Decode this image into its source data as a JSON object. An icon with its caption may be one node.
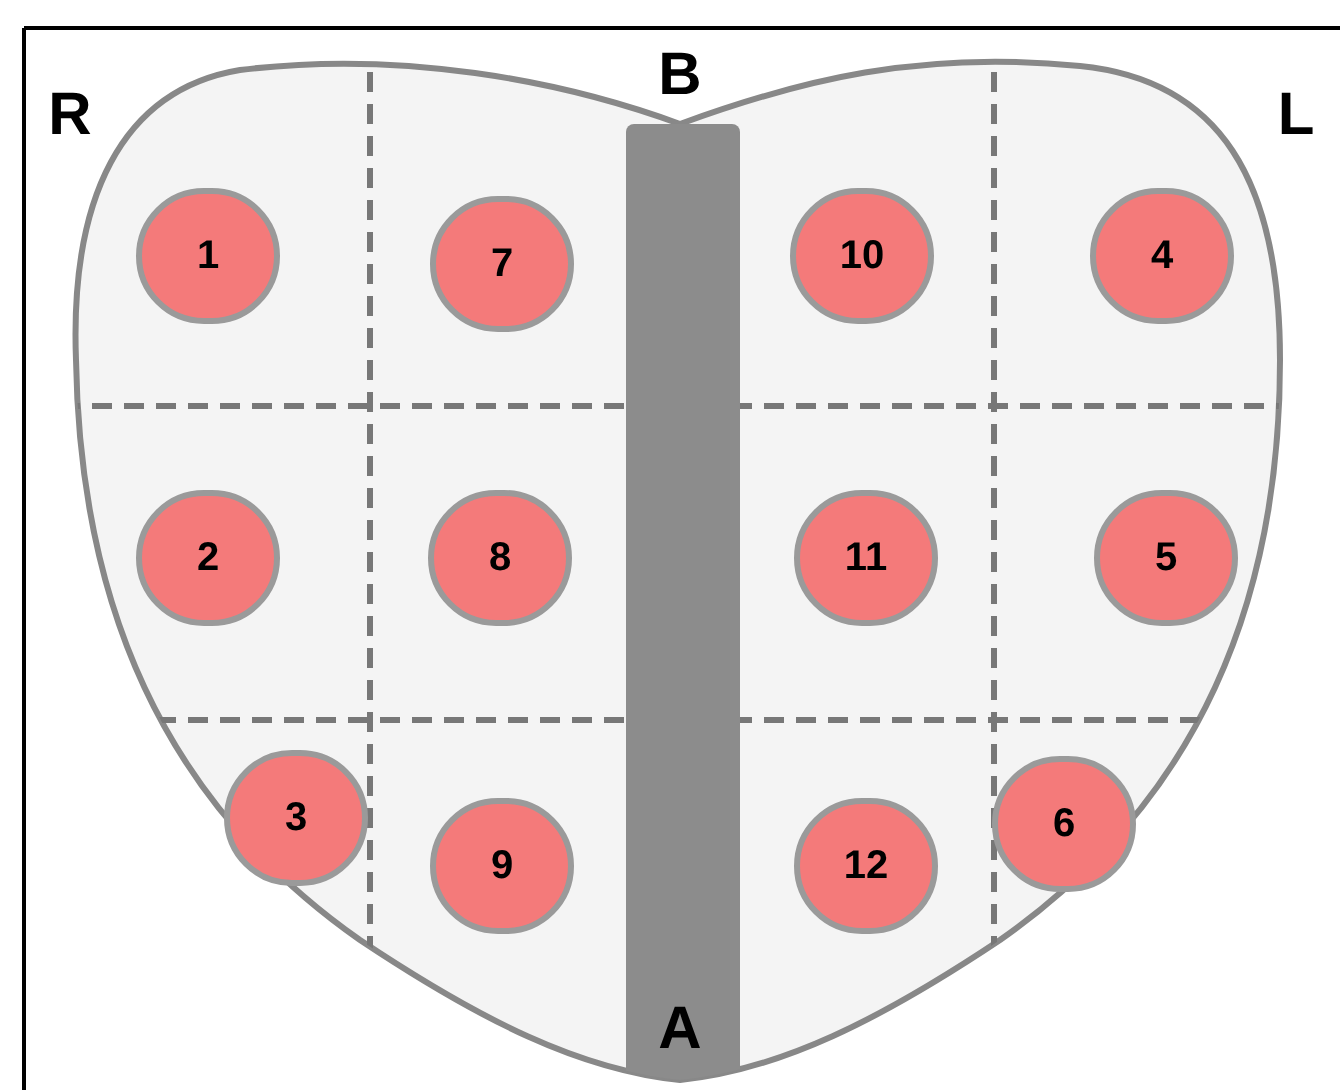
{
  "diagram": {
    "nodes": [
      {
        "text": [
          "1"
        ]
      },
      {
        "text": [
          "7"
        ]
      },
      {
        "text": [
          "10"
        ]
      },
      {
        "text": [
          "4"
        ]
      },
      {
        "text": [
          "2"
        ]
      },
      {
        "text": [
          "8"
        ]
      },
      {
        "text": [
          "11"
        ]
      },
      {
        "text": [
          "5"
        ]
      },
      {
        "text": [
          "3"
        ]
      },
      {
        "text": [
          "6"
        ]
      },
      {
        "text": [
          "9"
        ]
      },
      {
        "text": [
          "12"
        ]
      }
    ],
    "labels": [
      "R",
      "B",
      "L",
      "A"
    ]
  }
}
